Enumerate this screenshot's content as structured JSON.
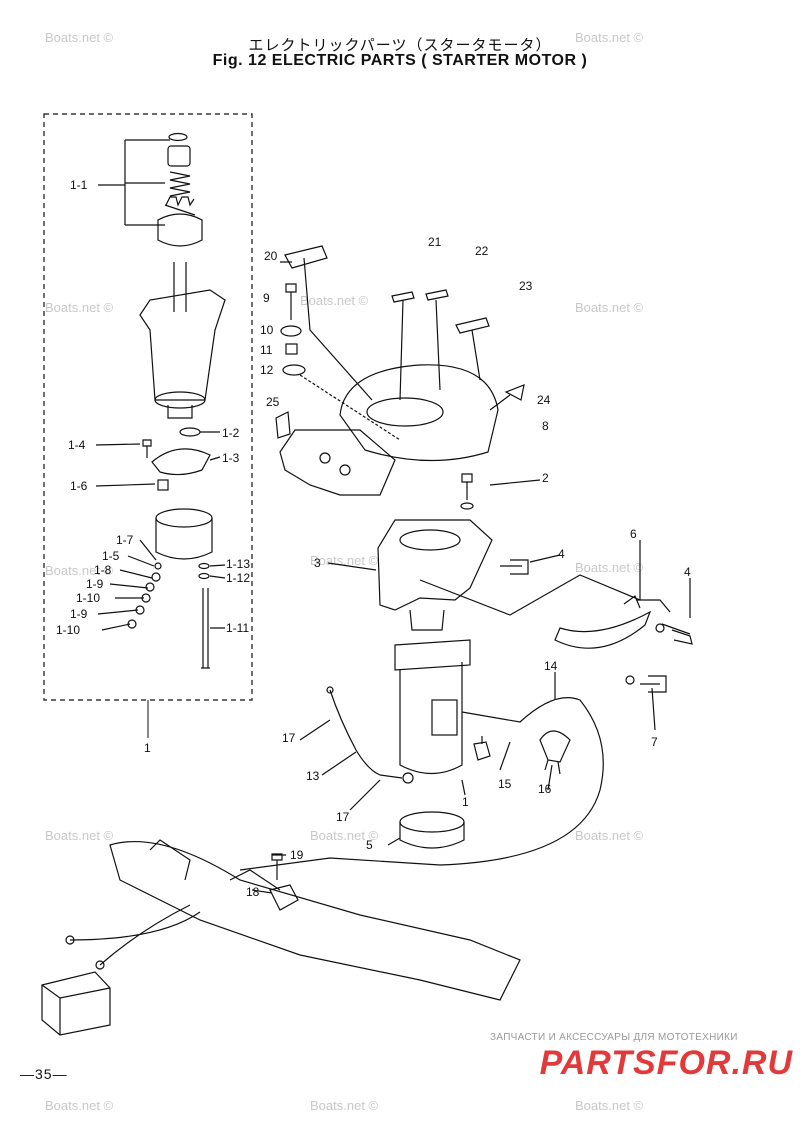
{
  "header": {
    "title_jp": "エレクトリックパーツ（スタータモータ）",
    "title_en": "Fig. 12   ELECTRIC PARTS ( STARTER MOTOR )"
  },
  "watermark": "Boats.net ©",
  "page_number": "—35—",
  "brand": {
    "subtitle": "ЗАПЧАСТИ И АКСЕССУАРЫ ДЛЯ МОТОТЕХНИКИ",
    "logo_text": "PARTSFOR.RU"
  },
  "callouts": {
    "c1_1": "1-1",
    "c1_2": "1-2",
    "c1_3": "1-3",
    "c1_4": "1-4",
    "c1_5": "1-5",
    "c1_6": "1-6",
    "c1_7": "1-7",
    "c1_8": "1-8",
    "c1_9a": "1-9",
    "c1_9b": "1-9",
    "c1_10a": "1-10",
    "c1_10b": "1-10",
    "c1_11": "1-11",
    "c1_12": "1-12",
    "c1_13": "1-13",
    "c1a": "1",
    "c1b": "1",
    "c2": "2",
    "c3": "3",
    "c4a": "4",
    "c4b": "4",
    "c5": "5",
    "c6": "6",
    "c7": "7",
    "c8": "8",
    "c9": "9",
    "c10": "10",
    "c11": "11",
    "c12": "12",
    "c13": "13",
    "c14": "14",
    "c15": "15",
    "c16": "16",
    "c17a": "17",
    "c17b": "17",
    "c18": "18",
    "c19": "19",
    "c20": "20",
    "c21": "21",
    "c22": "22",
    "c23": "23",
    "c24": "24",
    "c25": "25"
  }
}
